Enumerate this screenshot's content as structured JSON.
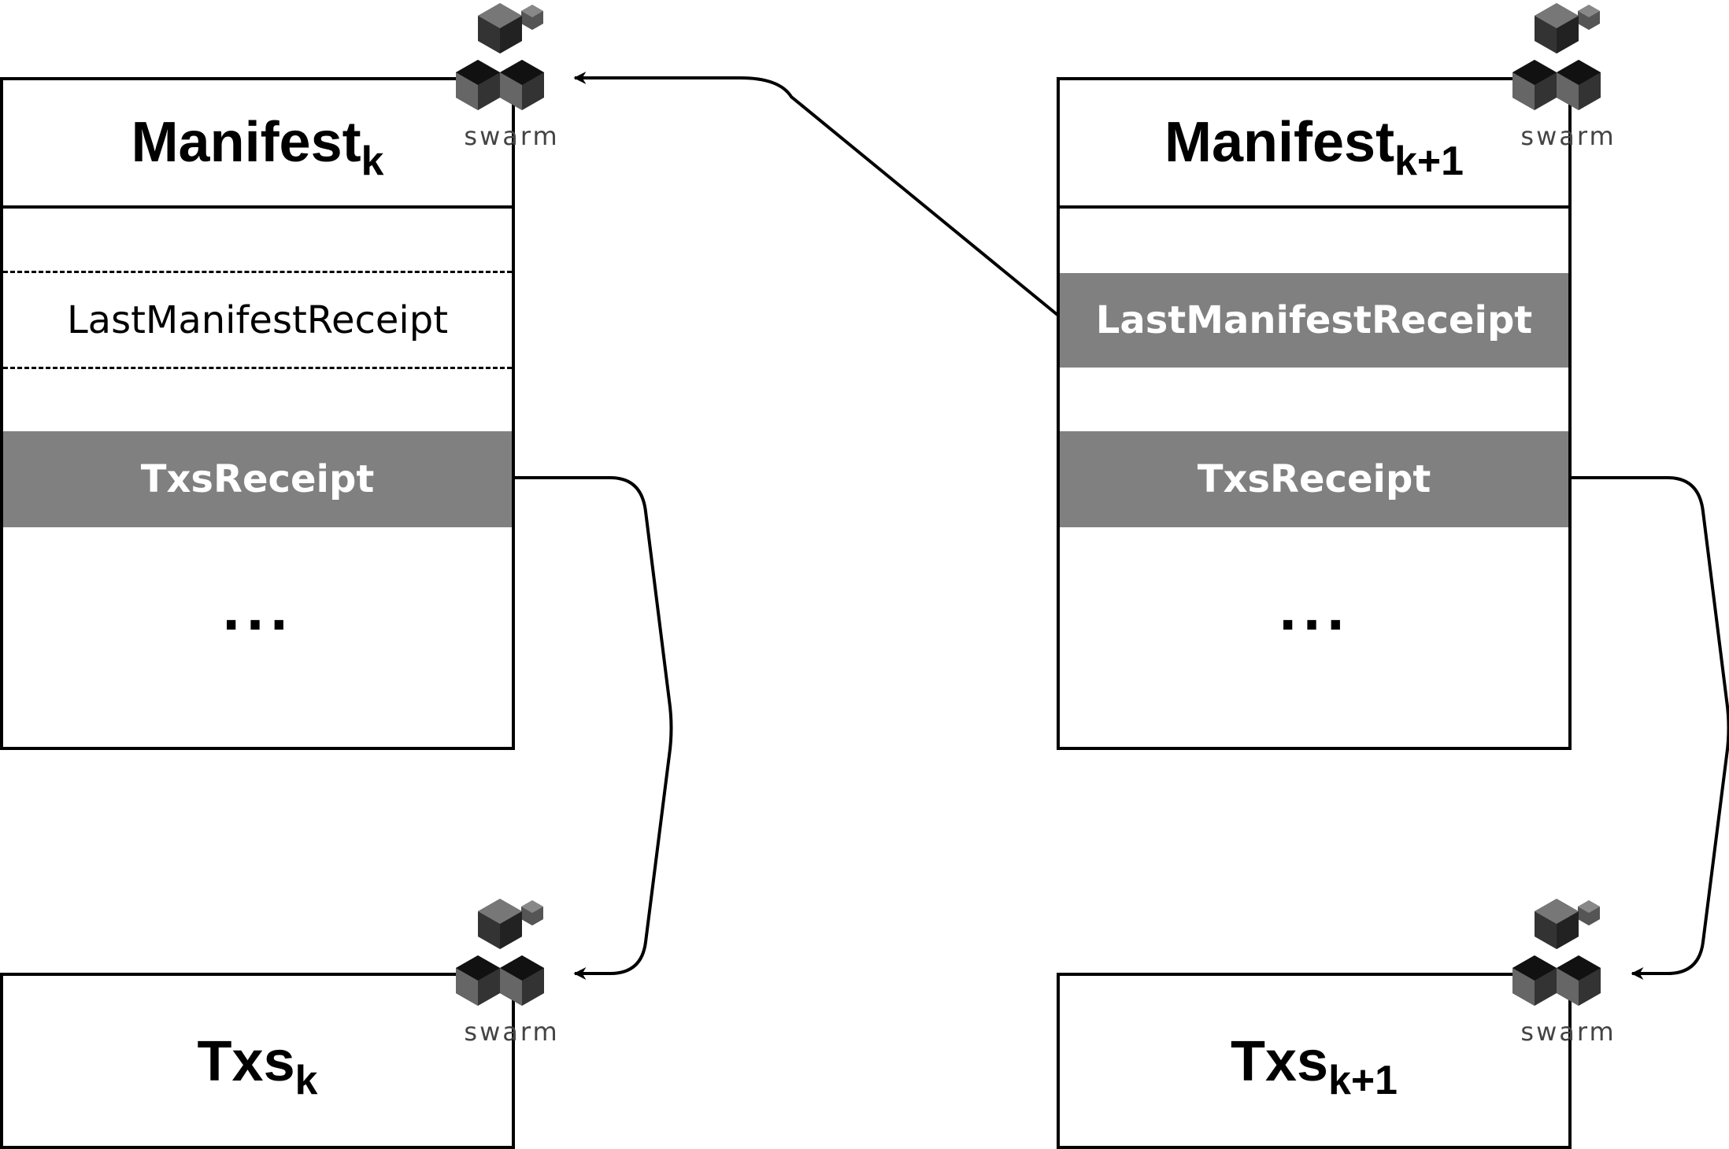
{
  "manifest_k": {
    "title": "Manifest",
    "subscript": "k",
    "last_manifest_receipt": "LastManifestReceipt",
    "txs_receipt": "TxsReceipt",
    "ellipsis": "..."
  },
  "manifest_k1": {
    "title": "Manifest",
    "subscript": "k+1",
    "last_manifest_receipt": "LastManifestReceipt",
    "txs_receipt": "TxsReceipt",
    "ellipsis": "..."
  },
  "txs_k": {
    "title": "Txs",
    "subscript": "k"
  },
  "txs_k1": {
    "title": "Txs",
    "subscript": "k+1"
  },
  "swarm_label": "swarm",
  "colors": {
    "filled_row": "#808080",
    "stroke": "#000000",
    "logo": "#333333"
  }
}
